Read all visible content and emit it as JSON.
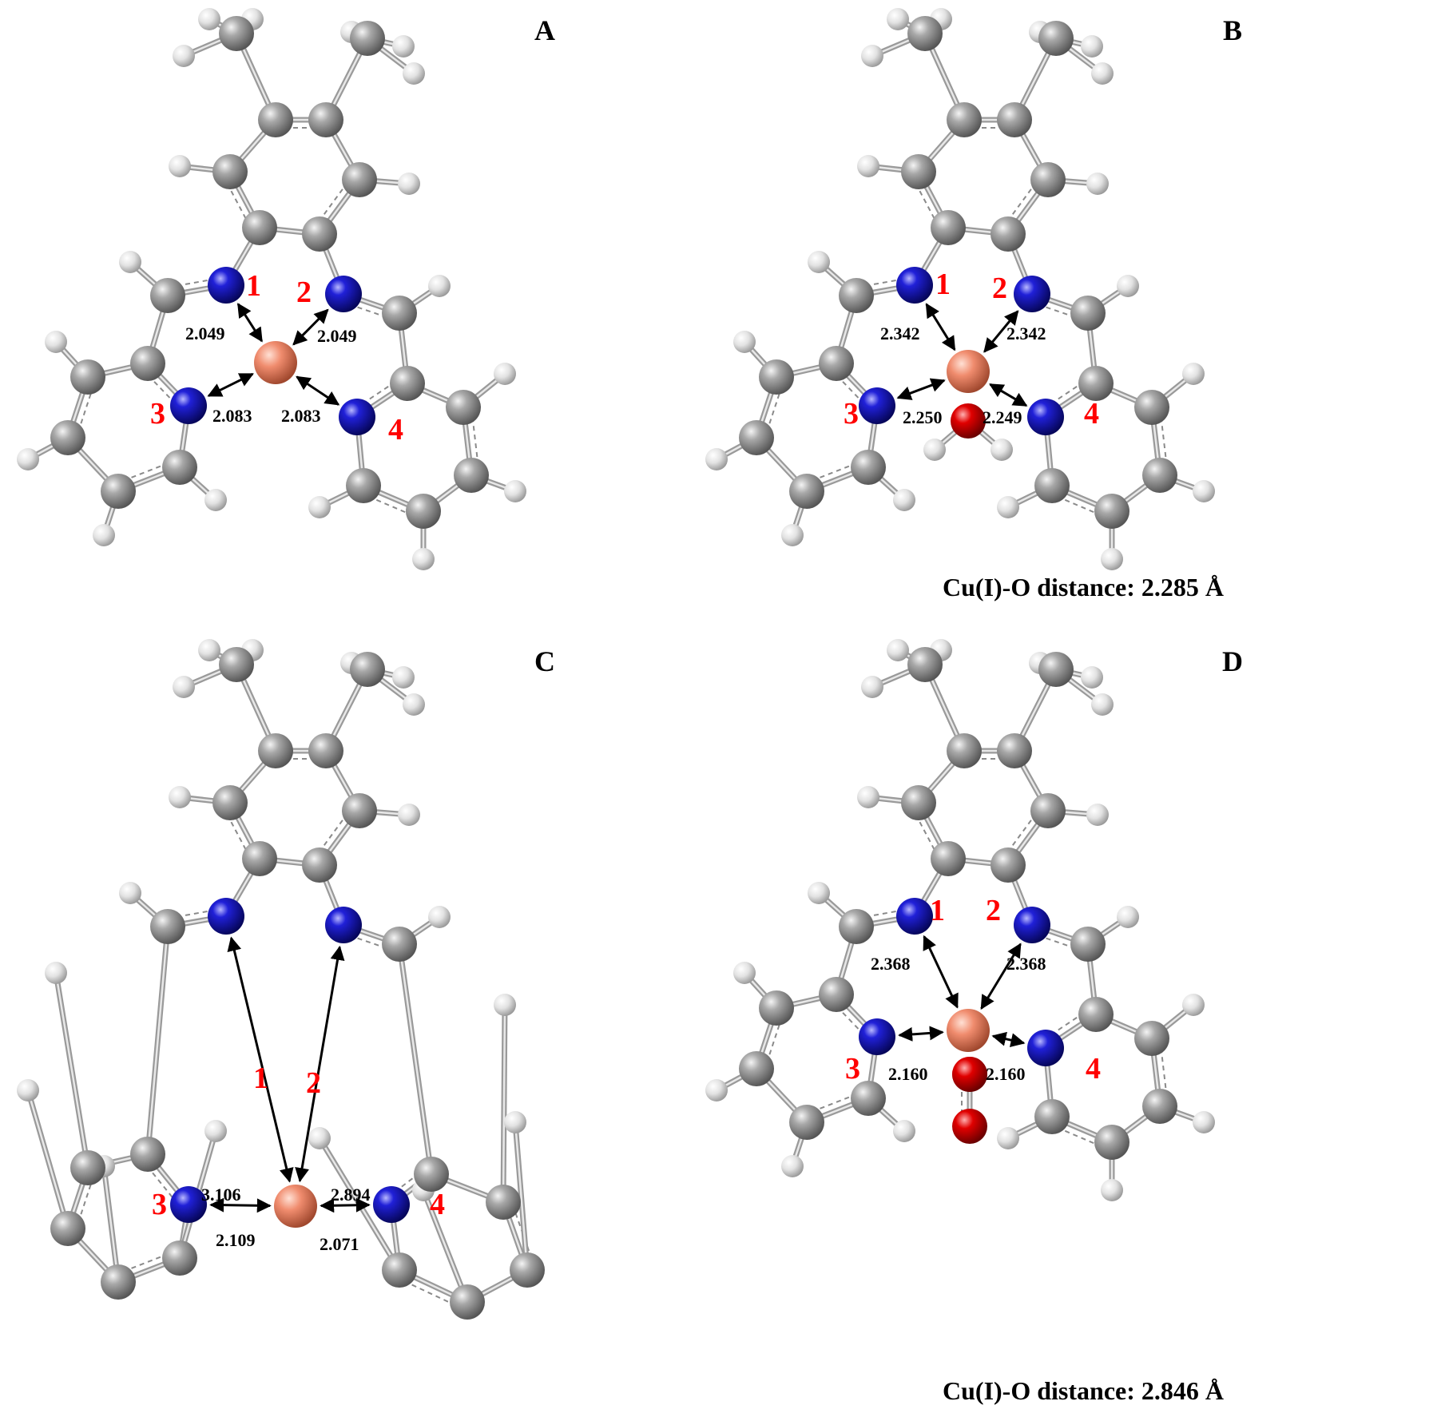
{
  "panels": [
    {
      "letter": "A",
      "n_labels": [
        "1",
        "2",
        "3",
        "4"
      ],
      "distances": [
        "2.049",
        "2.049",
        "2.083",
        "2.083"
      ],
      "ligand": "none",
      "caption": ""
    },
    {
      "letter": "B",
      "n_labels": [
        "1",
        "2",
        "3",
        "4"
      ],
      "distances": [
        "2.342",
        "2.342",
        "2.250",
        "2.249"
      ],
      "ligand": "water",
      "caption": "Cu(I)-O distance: 2.285 Å"
    },
    {
      "letter": "C",
      "n_labels": [
        "1",
        "2",
        "3",
        "4"
      ],
      "distances": [
        "3.106",
        "2.894",
        "2.109",
        "2.071"
      ],
      "ligand": "none",
      "caption": ""
    },
    {
      "letter": "D",
      "n_labels": [
        "1",
        "2",
        "3",
        "4"
      ],
      "distances": [
        "2.368",
        "2.368",
        "2.160",
        "2.160"
      ],
      "ligand": "dioxygen",
      "caption": "Cu(I)-O distance: 2.846 Å"
    }
  ],
  "colors": {
    "carbon": "#8c8c8c",
    "hydrogen": "#e6e6e6",
    "nitrogen": "#1a1acc",
    "copper": "#f08c6e",
    "oxygen": "#dd0000",
    "label_red": "#ff0000"
  }
}
